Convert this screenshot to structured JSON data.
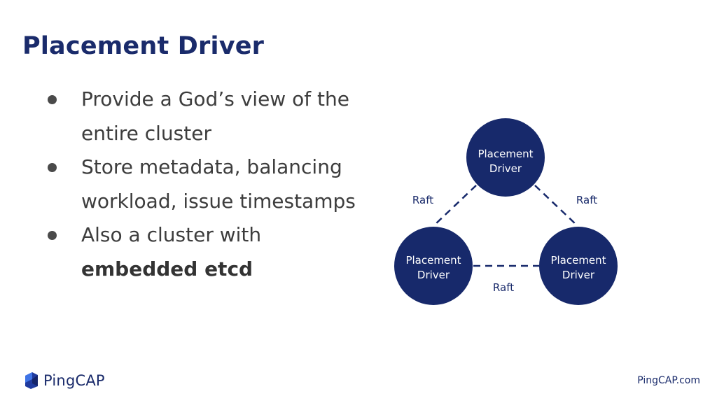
{
  "slide": {
    "title": "Placement Driver",
    "bullets": [
      {
        "text": "Provide a God’s view of the entire cluster"
      },
      {
        "text": "Store metadata, balancing workload, issue timestamps"
      },
      {
        "text_prefix": "Also a cluster with ",
        "text_bold": "embedded etcd"
      }
    ]
  },
  "diagram": {
    "nodes": [
      {
        "line1": "Placement",
        "line2": "Driver"
      },
      {
        "line1": "Placement",
        "line2": "Driver"
      },
      {
        "line1": "Placement",
        "line2": "Driver"
      }
    ],
    "edges": [
      {
        "label": "Raft"
      },
      {
        "label": "Raft"
      },
      {
        "label": "Raft"
      }
    ],
    "colors": {
      "node_fill": "#17296b",
      "edge": "#17296b"
    }
  },
  "footer": {
    "logo_text": "PingCAP",
    "logo_icon": "pingcap-logo-icon",
    "url": "PingCAP.com"
  }
}
